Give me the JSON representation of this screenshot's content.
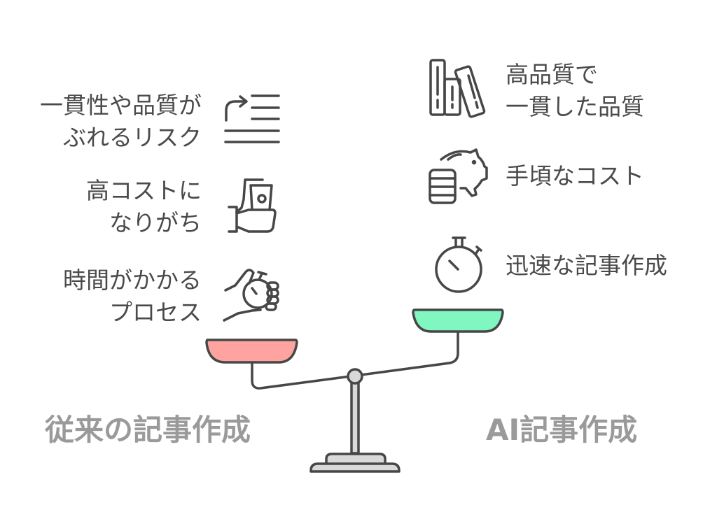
{
  "left": {
    "title": "従来の記事作成",
    "pan_color": "#ffa3a0",
    "items": [
      {
        "text": "一貫性や品質が\nぶれるリスク",
        "icon": "forward-text-lines-icon"
      },
      {
        "text": "高コストに\nなりがち",
        "icon": "hand-holding-money-icon"
      },
      {
        "text": "時間がかかる\nプロセス",
        "icon": "hand-holding-stopwatch-icon"
      }
    ]
  },
  "right": {
    "title": "AI記事作成",
    "pan_color": "#80f7c1",
    "items": [
      {
        "text": "高品質で\n一貫した品質",
        "icon": "books-icon"
      },
      {
        "text": "手頃なコスト",
        "icon": "piggy-bank-coins-icon"
      },
      {
        "text": "迅速な記事作成",
        "icon": "stopwatch-icon"
      }
    ]
  },
  "colors": {
    "stroke": "#474747",
    "text": "#4a4a4a",
    "title": "#9a9a9a",
    "stand": "#d9d9d9"
  }
}
